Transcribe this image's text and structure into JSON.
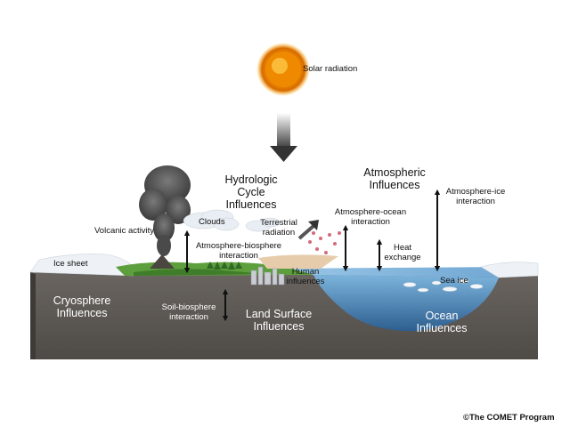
{
  "labels": {
    "solar_radiation": "Solar radiation",
    "hydrologic": [
      "Hydrologic",
      "Cycle",
      "Influences"
    ],
    "atmospheric": [
      "Atmospheric",
      "Influences"
    ],
    "atmosphere_ice": [
      "Atmosphere-ice",
      "interaction"
    ],
    "atmosphere_ocean": [
      "Atmosphere-ocean",
      "interaction"
    ],
    "heat_exchange": [
      "Heat",
      "exchange"
    ],
    "terrestrial_radiation": [
      "Terrestrial",
      "radiation"
    ],
    "clouds": "Clouds",
    "volcanic_activity": "Volcanic activity",
    "atmosphere_biosphere": [
      "Atmosphere-biosphere",
      "interaction"
    ],
    "ice_sheet": "Ice sheet",
    "human_influences": [
      "Human",
      "influences"
    ],
    "sea_ice": "Sea ice",
    "cryosphere": [
      "Cryosphere",
      "Influences"
    ],
    "soil_biosphere": [
      "Soil-biosphere",
      "interaction"
    ],
    "land_surface": [
      "Land Surface",
      "Influences"
    ],
    "ocean": [
      "Ocean",
      "Influences"
    ]
  },
  "credit": "©The COMET Program"
}
